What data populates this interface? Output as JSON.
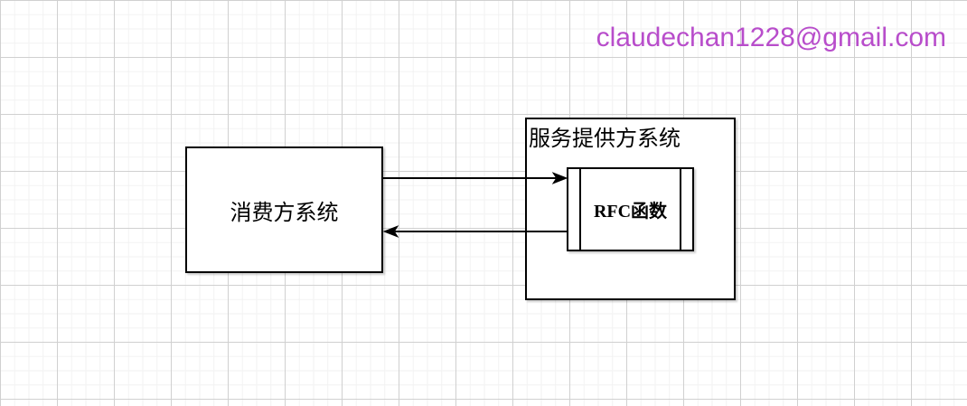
{
  "watermark": {
    "text": "claudechan1228@gmail.com",
    "color": "#b84dcb"
  },
  "boxes": {
    "consumer": {
      "label": "消费方系统"
    },
    "provider": {
      "label": "服务提供方系统"
    },
    "rfc": {
      "label": "RFC函数",
      "shape": "process"
    }
  },
  "arrows": [
    {
      "name": "request-arrow",
      "from": "consumer",
      "to": "rfc-function",
      "direction": "right"
    },
    {
      "name": "return-arrow",
      "from": "rfc-function",
      "to": "consumer",
      "direction": "left"
    }
  ],
  "colors": {
    "stroke": "#000000",
    "background": "#ffffff",
    "grid_minor": "#f2f2f2",
    "grid_major": "#d0d0d0"
  }
}
